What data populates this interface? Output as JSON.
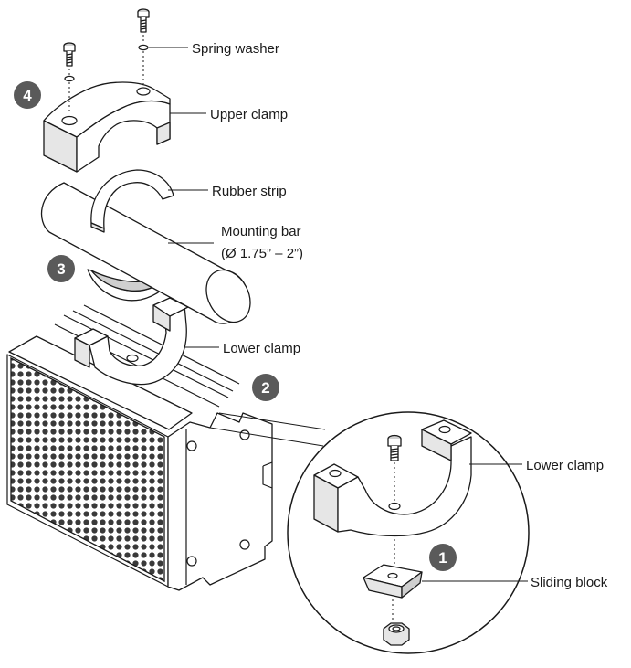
{
  "labels": {
    "spring_washer": "Spring washer",
    "upper_clamp": "Upper clamp",
    "rubber_strip": "Rubber strip",
    "mounting_bar_line1": "Mounting bar",
    "mounting_bar_line2": "(Ø 1.75” – 2”)",
    "lower_clamp_main": "Lower clamp",
    "lower_clamp_detail": "Lower clamp",
    "sliding_block": "Sliding block"
  },
  "steps": {
    "step1": "1",
    "step2": "2",
    "step3": "3",
    "step4": "4"
  },
  "colors": {
    "line": "#1a1a1a",
    "step_badge": "#5a5a5a",
    "fill_light": "#e6e6e6",
    "fill_mid": "#cfcfcf"
  }
}
